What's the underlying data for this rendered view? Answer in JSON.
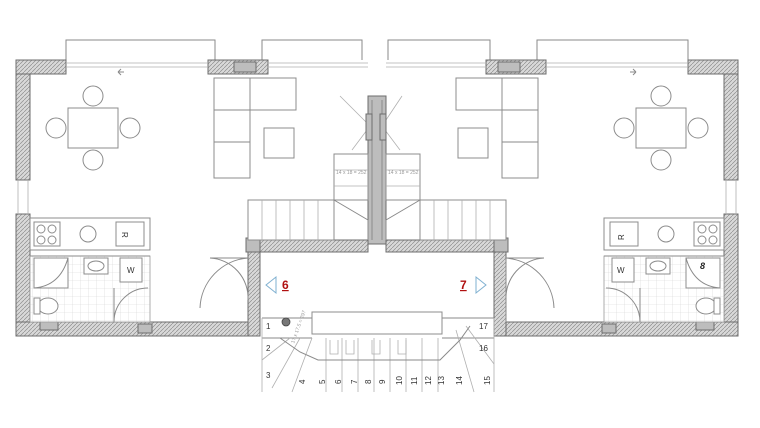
{
  "labels": {
    "flat_left": "6",
    "flat_right": "7",
    "stair_dim_left": "14 x 18 = 252",
    "stair_dim_right": "14 x 18 = 252",
    "riser_note": "17 x 17.5 = 297",
    "room_w": "W",
    "room_r": "R",
    "room_8": "8"
  },
  "stair_numbers": [
    "1",
    "2",
    "3",
    "4",
    "5",
    "6",
    "7",
    "8",
    "9",
    "10",
    "11",
    "12",
    "13",
    "14",
    "15",
    "16",
    "17"
  ],
  "colors": {
    "wall": "#bdbdbd",
    "accent": "#b01010",
    "line": "#8a8a8a",
    "arrow": "#7fb0d0"
  },
  "icons": {
    "arrow_left": "triangle-left-icon",
    "arrow_right": "triangle-right-icon",
    "column": "column-dot-icon"
  }
}
